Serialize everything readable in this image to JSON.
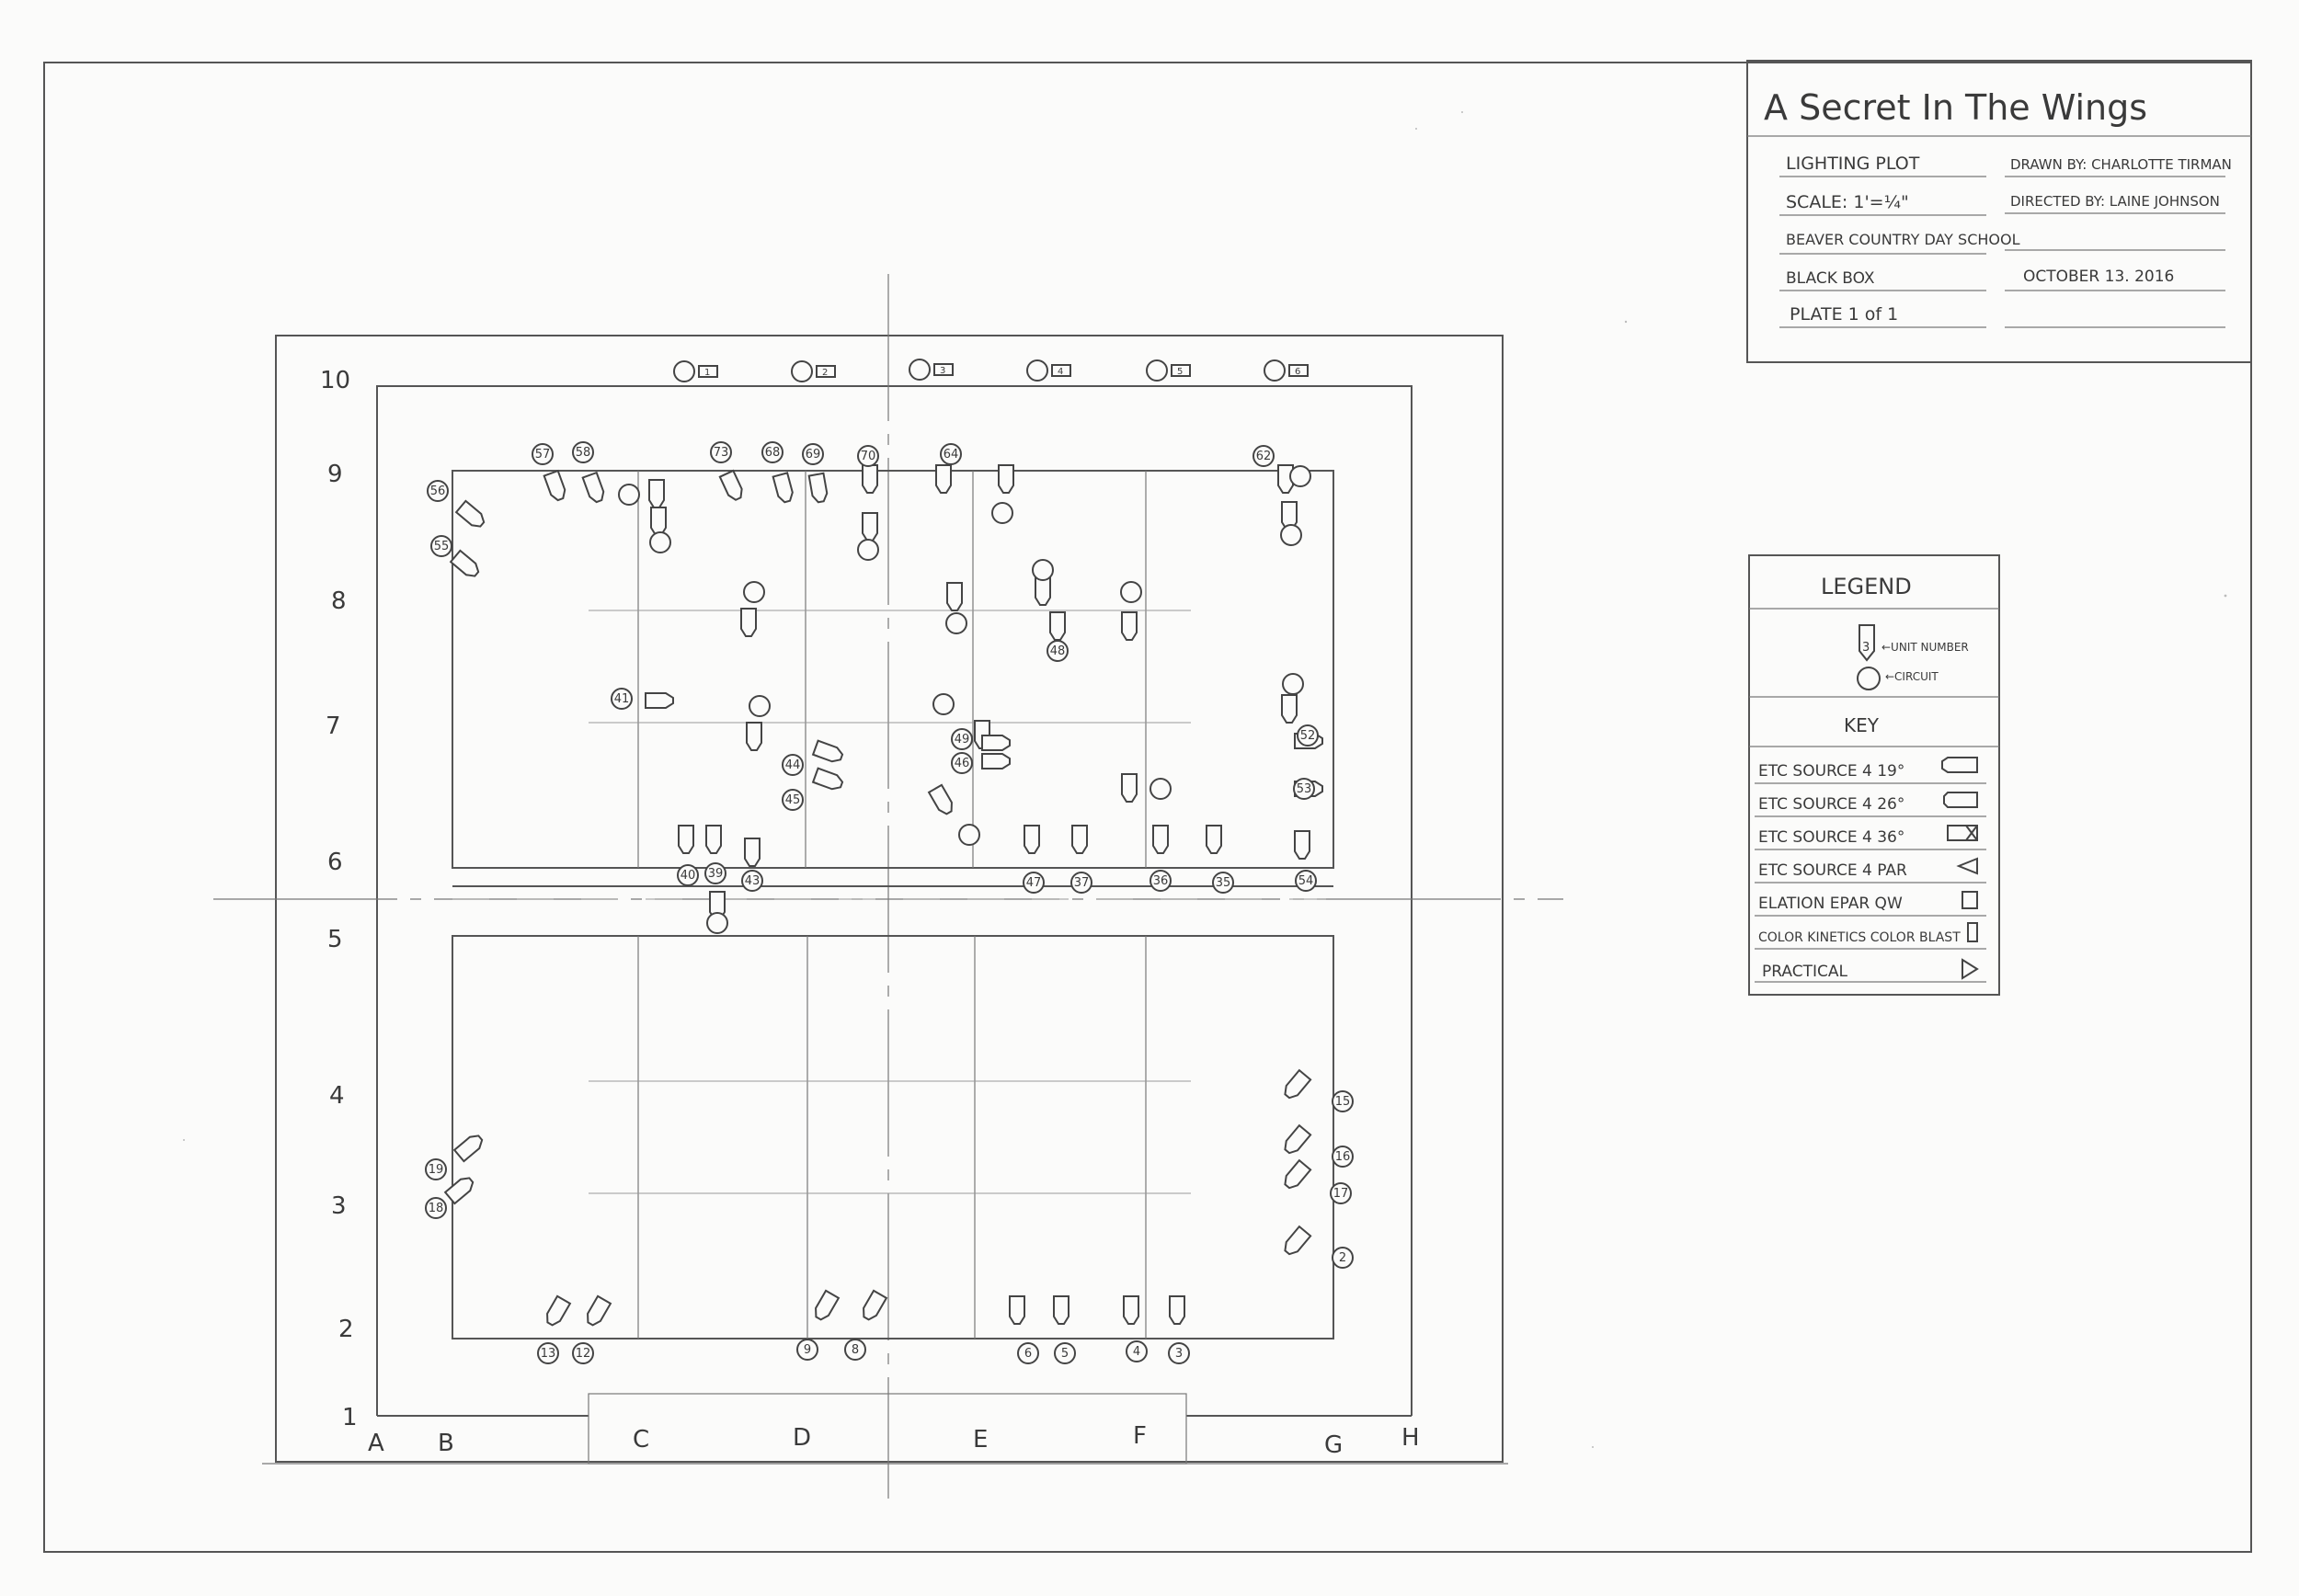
{
  "title_block": {
    "show_title": "A Secret In The Wings",
    "plot_type": "LIGHTING PLOT",
    "scale": "SCALE: 1'=¼\"",
    "venue_school": "BEAVER COUNTRY DAY SCHOOL",
    "venue_space": "BLACK BOX",
    "plate": "PLATE 1 of 1",
    "drawn_by": "DRAWN BY: CHARLOTTE TIRMAN",
    "directed_by": "DIRECTED BY: LAINE JOHNSON",
    "date": "OCTOBER 13. 2016"
  },
  "legend": {
    "title": "LEGEND",
    "unit_number_label": "←UNIT NUMBER",
    "circuit_label": "←CIRCUIT",
    "sample_unit": "3",
    "key_title": "KEY",
    "key_items": [
      {
        "label": "ETC SOURCE 4  19°",
        "symbol": "source4-19-icon"
      },
      {
        "label": "ETC SOURCE 4  26°",
        "symbol": "source4-26-icon"
      },
      {
        "label": "ETC SOURCE 4  36°",
        "symbol": "source4-36-icon"
      },
      {
        "label": "ETC SOURCE 4 PAR",
        "symbol": "par-icon"
      },
      {
        "label": "ELATION EPAR QW",
        "symbol": "epar-icon"
      },
      {
        "label": "COLOR KINETICS COLOR BLAST",
        "symbol": "colorblast-icon"
      },
      {
        "label": "PRACTICAL",
        "symbol": "practical-icon"
      }
    ]
  },
  "grid": {
    "rows": [
      "10",
      "9",
      "8",
      "7",
      "6",
      "5",
      "4",
      "3",
      "2",
      "1"
    ],
    "columns": [
      "A",
      "B",
      "C",
      "D",
      "E",
      "F",
      "G",
      "H"
    ]
  },
  "top_circuits": [
    "1",
    "2",
    "3",
    "4",
    "5",
    "6"
  ],
  "circuit_numbers": [
    "57",
    "58",
    "73",
    "68",
    "69",
    "70",
    "64",
    "62",
    "56",
    "55",
    "41",
    "44",
    "45",
    "49",
    "46",
    "48",
    "52",
    "53",
    "40",
    "39",
    "43",
    "47",
    "37",
    "36",
    "35",
    "54",
    "19",
    "18",
    "15",
    "16",
    "17",
    "2",
    "13",
    "12",
    "9",
    "8",
    "6",
    "5",
    "4",
    "3"
  ]
}
